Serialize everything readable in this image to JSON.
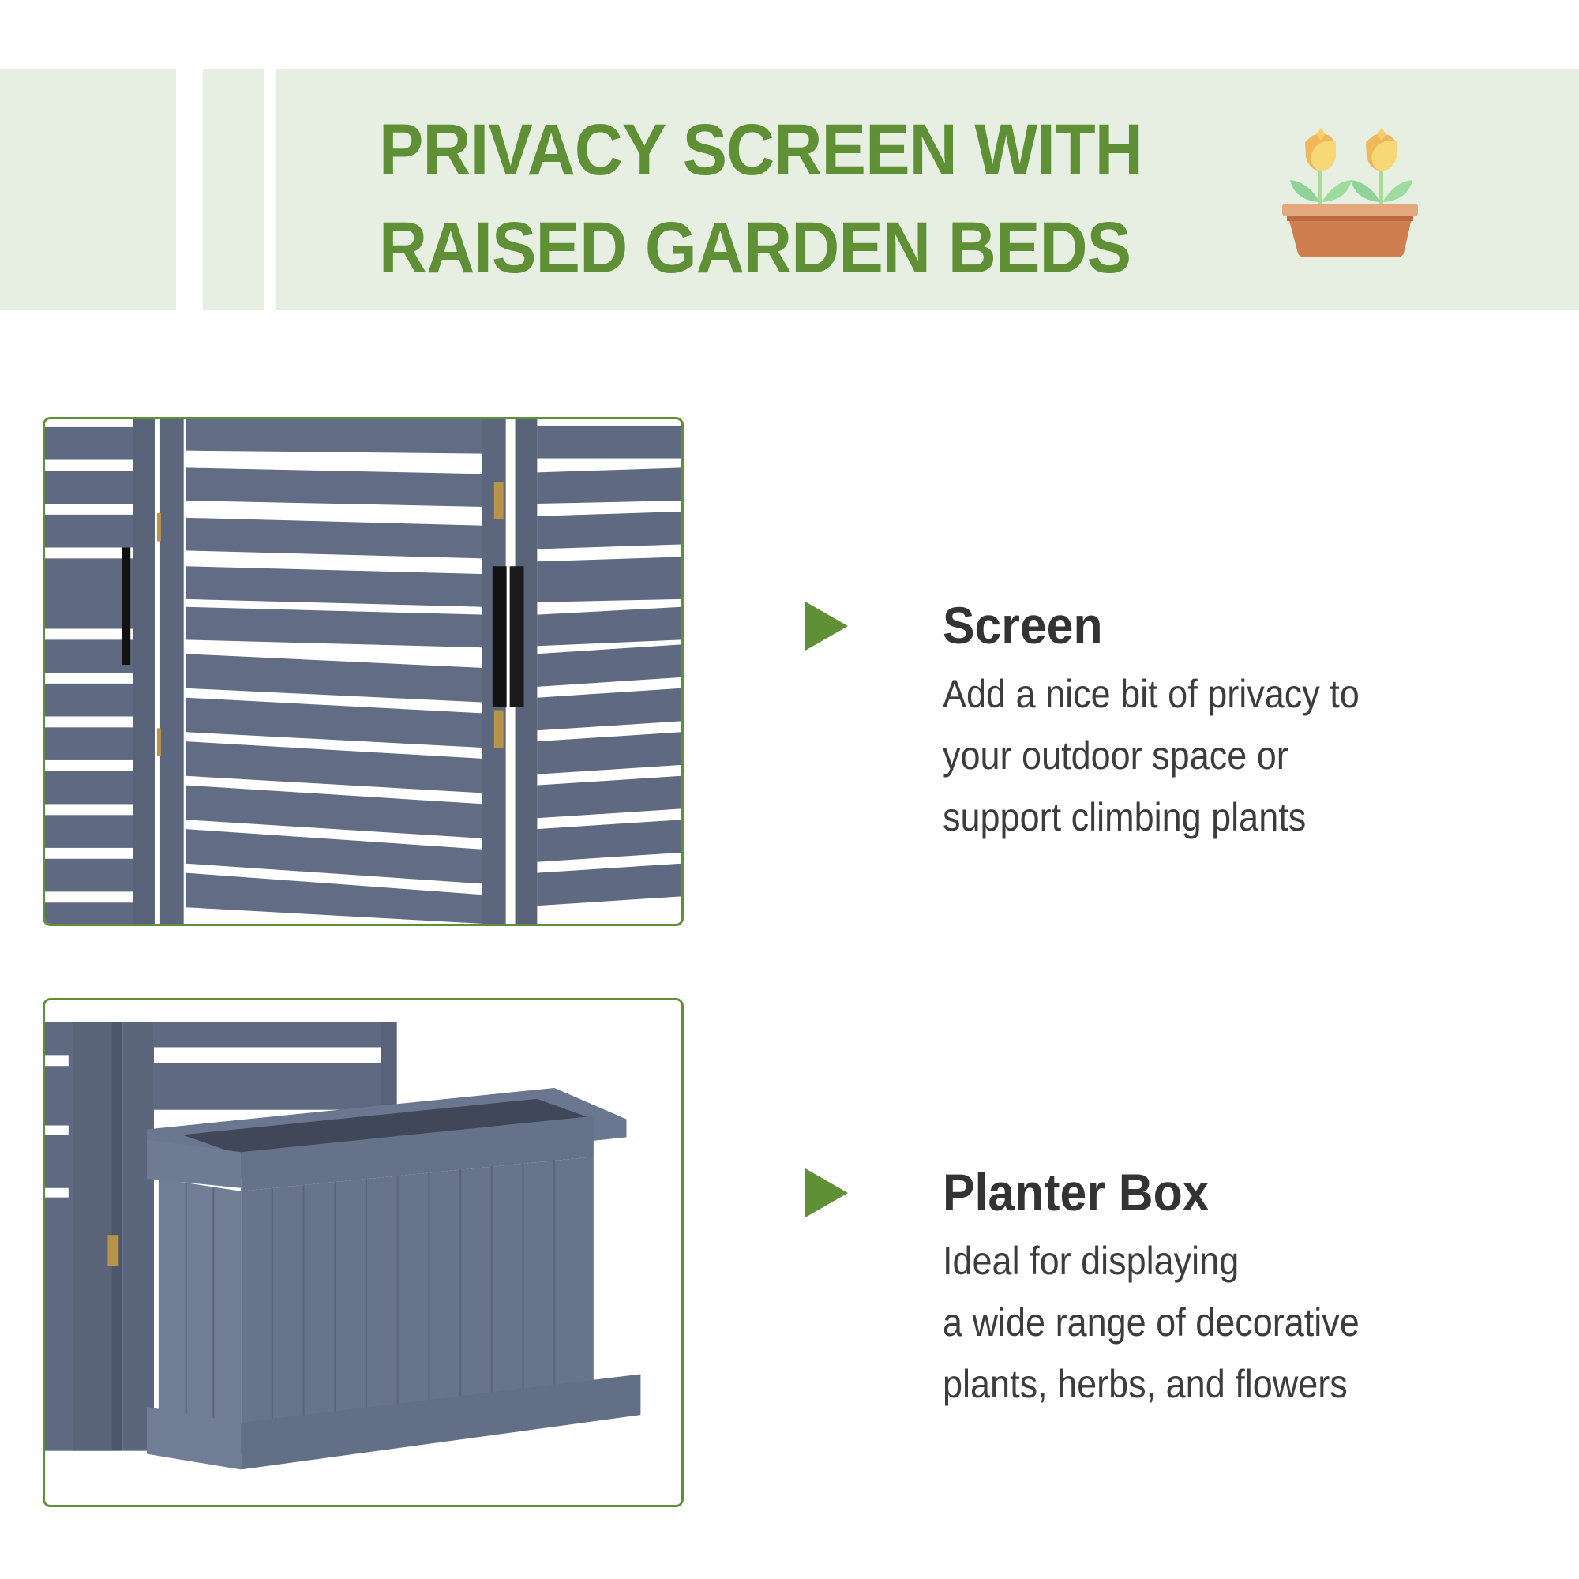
{
  "banner": {
    "title_line1": "PRIVACY SCREEN WITH",
    "title_line2": "RAISED GARDEN BEDS",
    "icon": "flower-pot-icon",
    "background_color": "#e7efe3",
    "title_color": "#5f9035"
  },
  "photos": [
    {
      "name": "screen-photo",
      "alt": "Grey slatted wooden privacy screen panels with brass hinges and black brackets"
    },
    {
      "name": "planter-photo",
      "alt": "Grey wooden planter box attached to slatted screen panel"
    }
  ],
  "features": [
    {
      "icon": "arrow-right-icon",
      "heading": "Screen",
      "lines": [
        "Add a nice bit of privacy to",
        "your outdoor space or",
        "support climbing plants"
      ]
    },
    {
      "icon": "arrow-right-icon",
      "heading": "Planter Box",
      "lines": [
        "Ideal for displaying",
        "a wide range of decorative",
        "plants, herbs, and flowers"
      ]
    }
  ],
  "colors": {
    "accent_green": "#5f9035",
    "frame_border": "#5f9035",
    "heading_text": "#333333",
    "body_text": "#3c3c3c",
    "wood_grey": "#5f6a80"
  }
}
